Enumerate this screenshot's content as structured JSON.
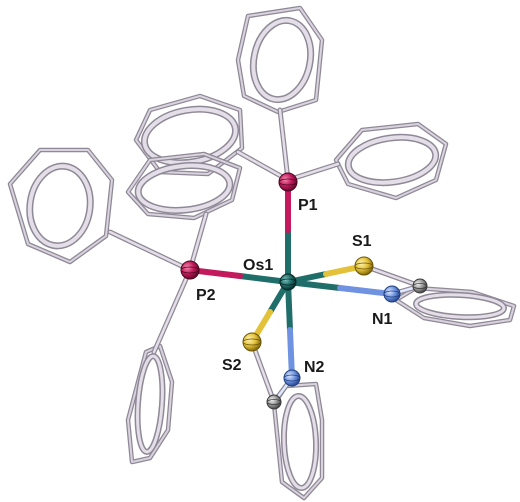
{
  "labels": {
    "p1": "P1",
    "p2": "P2",
    "os1": "Os1",
    "s1": "S1",
    "s2": "S2",
    "n1": "N1",
    "n2": "N2"
  },
  "colors": {
    "phosphorus": "#c21a5c",
    "osmium": "#1f6e6a",
    "sulfur": "#e3c23a",
    "nitrogen": "#6f93e0",
    "carbon": "#9a9a9a",
    "ring": "#c9c2cf",
    "ring_shadow": "#8f8896",
    "background": "#ffffff"
  }
}
